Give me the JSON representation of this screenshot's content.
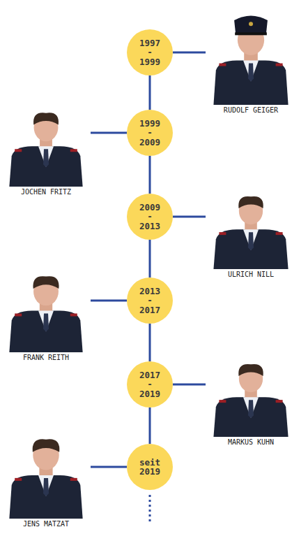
{
  "diagram": {
    "nodes": [
      {
        "text": [
          "1997 - 1999"
        ]
      },
      {
        "text": [
          "RUDOLF GEIGER"
        ]
      },
      {
        "text": [
          "1999 - 2009"
        ]
      },
      {
        "text": [
          "JOCHEN FRITZ"
        ]
      },
      {
        "text": [
          "2009 - 2013"
        ]
      },
      {
        "text": [
          "ULRICH NILL"
        ]
      },
      {
        "text": [
          "2013 - 2017"
        ]
      },
      {
        "text": [
          "FRANK REITH"
        ]
      },
      {
        "text": [
          "2017 - 2019"
        ]
      },
      {
        "text": [
          "MARKUS KUHN"
        ]
      },
      {
        "text": [
          "seit 2019"
        ]
      },
      {
        "text": [
          "JENS MATZAT"
        ]
      }
    ],
    "edges": [
      {
        "from": 0,
        "to": 1,
        "arrow": "none"
      },
      {
        "from": 2,
        "to": 3,
        "arrow": "none"
      },
      {
        "from": 4,
        "to": 5,
        "arrow": "none"
      },
      {
        "from": 6,
        "to": 7,
        "arrow": "none"
      },
      {
        "from": 8,
        "to": 9,
        "arrow": "none"
      },
      {
        "from": 10,
        "to": 11,
        "arrow": "none"
      },
      {
        "from": 0,
        "to": 2,
        "arrow": "none"
      },
      {
        "from": 2,
        "to": 4,
        "arrow": "none"
      },
      {
        "from": 4,
        "to": 6,
        "arrow": "none"
      },
      {
        "from": 6,
        "to": 8,
        "arrow": "none"
      },
      {
        "from": 8,
        "to": 10,
        "arrow": "none"
      }
    ]
  }
}
